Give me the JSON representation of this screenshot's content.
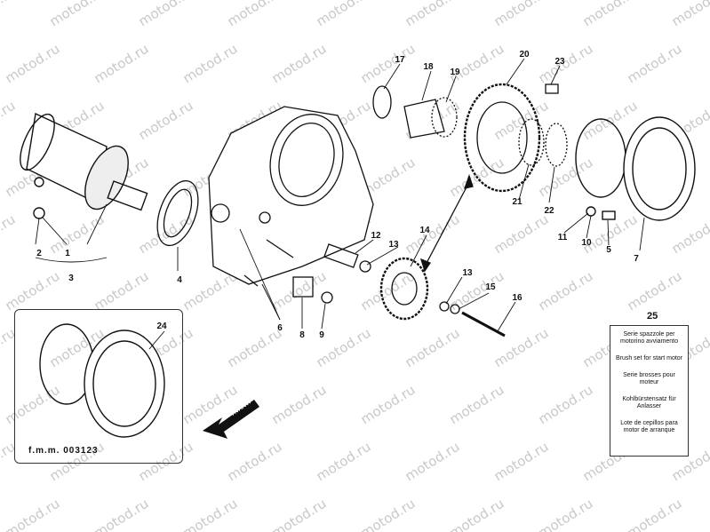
{
  "watermark": "motod.ru",
  "part_numbers": [
    "1",
    "2",
    "3",
    "4",
    "5",
    "6",
    "7",
    "8",
    "9",
    "10",
    "11",
    "12",
    "13",
    "13",
    "14",
    "15",
    "16",
    "17",
    "18",
    "19",
    "20",
    "21",
    "22",
    "23",
    "24"
  ],
  "legend": {
    "number": "25",
    "lines": [
      "Serie spazzole per motorino avviamento",
      "Brush set for start motor",
      "Serie brosses pour moteur",
      "Kohlbürstensatz für Anlasser",
      "Lote de cepillos para motor de arranque"
    ]
  },
  "figure_code": "f.m.m. 003123",
  "arrow_label": "AVANTI"
}
